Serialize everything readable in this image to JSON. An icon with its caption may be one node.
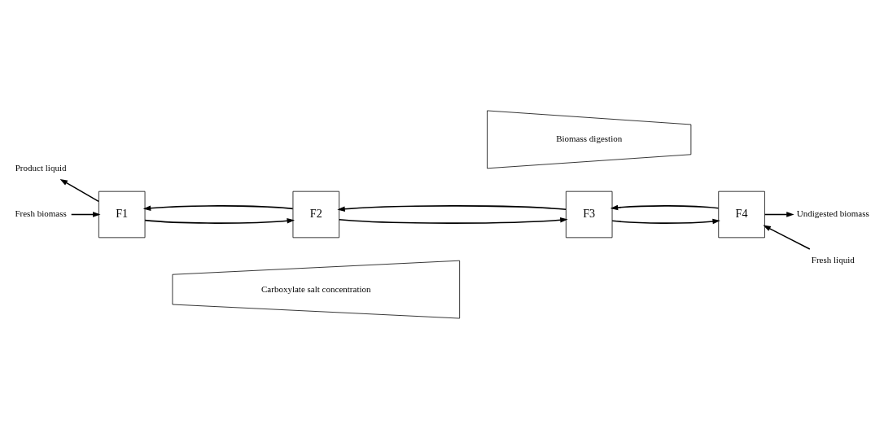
{
  "diagram": {
    "nodes": [
      {
        "text": [
          "Carboxylate salt concentration"
        ]
      },
      {
        "text": [
          "Product liquid"
        ]
      },
      {
        "text": [
          "Fresh biomass"
        ]
      },
      {
        "text": [
          "F1"
        ]
      },
      {
        "text": [
          "F2"
        ]
      },
      {
        "text": [
          "F3"
        ]
      },
      {
        "text": [
          "F4"
        ]
      },
      {
        "text": [
          "Fresh liquid"
        ]
      },
      {
        "text": [
          "Undigested biomass"
        ]
      },
      {
        "text": [
          "Biomass digestion"
        ]
      }
    ],
    "edges": [
      {
        "from": 3,
        "to": 1,
        "arrow": "to"
      },
      {
        "from": 2,
        "to": 3,
        "arrow": "to"
      },
      {
        "from": 4,
        "to": 3,
        "arrow": "to"
      },
      {
        "from": 3,
        "to": 4,
        "arrow": "to"
      },
      {
        "from": 5,
        "to": 4,
        "arrow": "to"
      },
      {
        "from": 4,
        "to": 5,
        "arrow": "to"
      },
      {
        "from": 6,
        "to": 5,
        "arrow": "to"
      },
      {
        "from": 5,
        "to": 6,
        "arrow": "to"
      },
      {
        "from": 7,
        "to": 6,
        "arrow": "to"
      },
      {
        "from": 6,
        "to": 8,
        "arrow": "to"
      }
    ]
  }
}
